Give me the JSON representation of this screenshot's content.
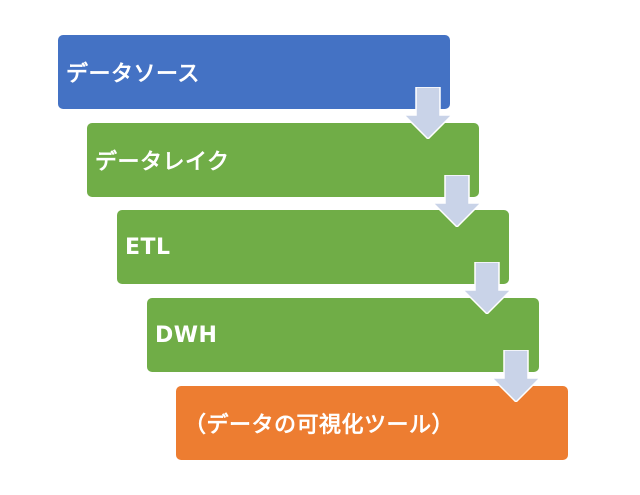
{
  "diagram": {
    "steps": [
      {
        "label": "データソース",
        "color": "#4472c4"
      },
      {
        "label": "データレイク",
        "color": "#70ad47"
      },
      {
        "label": "ETL",
        "color": "#70ad47"
      },
      {
        "label": "DWH",
        "color": "#70ad47"
      },
      {
        "label": "（データの可視化ツール）",
        "color": "#ed7d31"
      }
    ],
    "arrow_color": "#c9d3e8"
  }
}
